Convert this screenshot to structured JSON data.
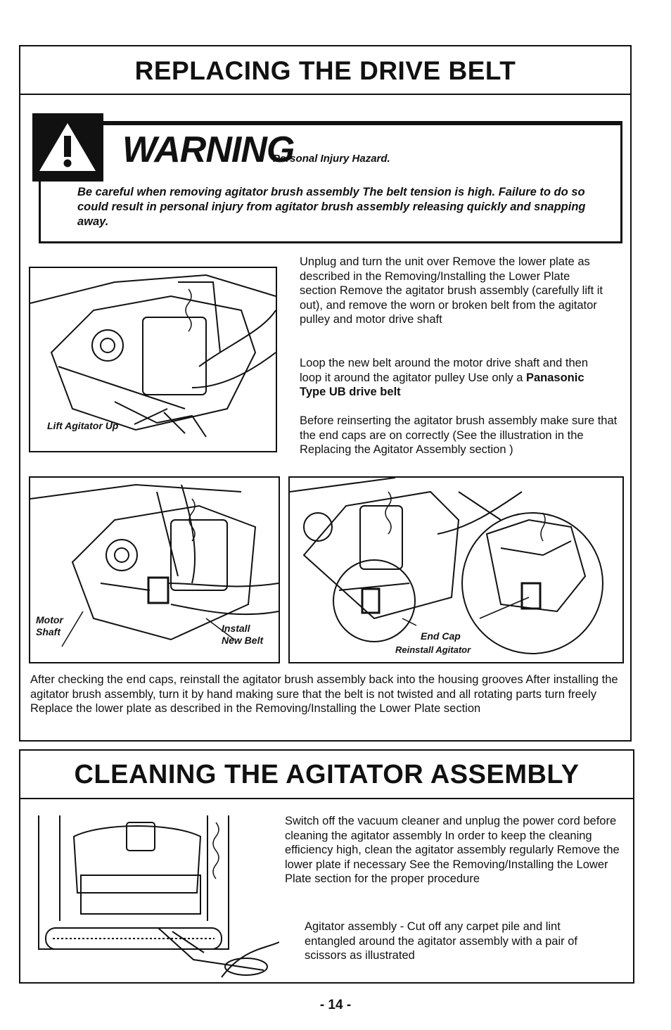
{
  "section1": {
    "title": "REPLACING THE DRIVE BELT",
    "warning": {
      "icon": "warning-triangle-icon",
      "word": "WARNING",
      "subtitle": "Personal Injury Hazard.",
      "text": "Be careful when removing agitator brush assembly  The belt tension is high. Failure to do so could result in personal injury from agitator brush assembly releasing quickly and snapping away."
    },
    "para1": "Unplug and turn the unit over  Remove the lower plate as described  in the Removing/Installing the Lower Plate section  Remove the agitator brush assembly (carefully lift it out), and remove the worn or broken belt from the agitator pulley and motor drive shaft",
    "para2_pre": "Loop the new belt around the motor drive shaft and then loop it around the agitator pulley  Use only a",
    "para2_bold": "Panasonic Type UB drive belt",
    "para3": "Before reinserting the agitator brush assembly make sure that the end caps are on correctly  (See the illustration in the Replacing the Agitator Assembly section )",
    "fig1_caption": "Lift Agitator Up",
    "fig2_caption_a": "Motor Shaft",
    "fig2_caption_b": "Install New Belt",
    "fig3_caption_a": "End Cap",
    "fig3_caption_b": "Reinstall Agitator",
    "bottom_text": "After checking the end caps, reinstall the agitator brush assembly back into the housing grooves After installing the agitator brush assembly, turn it by hand making sure that the belt is not twisted and all rotating parts turn freely  Replace the lower plate as described in the Removing/Installing the Lower Plate section"
  },
  "section2": {
    "title": "CLEANING THE AGITATOR ASSEMBLY",
    "para1": "Switch off the vacuum cleaner and unplug the power cord before cleaning the agitator assembly  In order to keep the cleaning efficiency high, clean the agitator assembly regularly  Remove the lower plate if necessary See the Removing/Installing the Lower Plate section for the proper procedure",
    "para2": "Agitator assembly - Cut off any carpet pile and lint entangled around the agitator assembly with a pair of scissors as illustrated"
  },
  "page_number": "- 14 -"
}
